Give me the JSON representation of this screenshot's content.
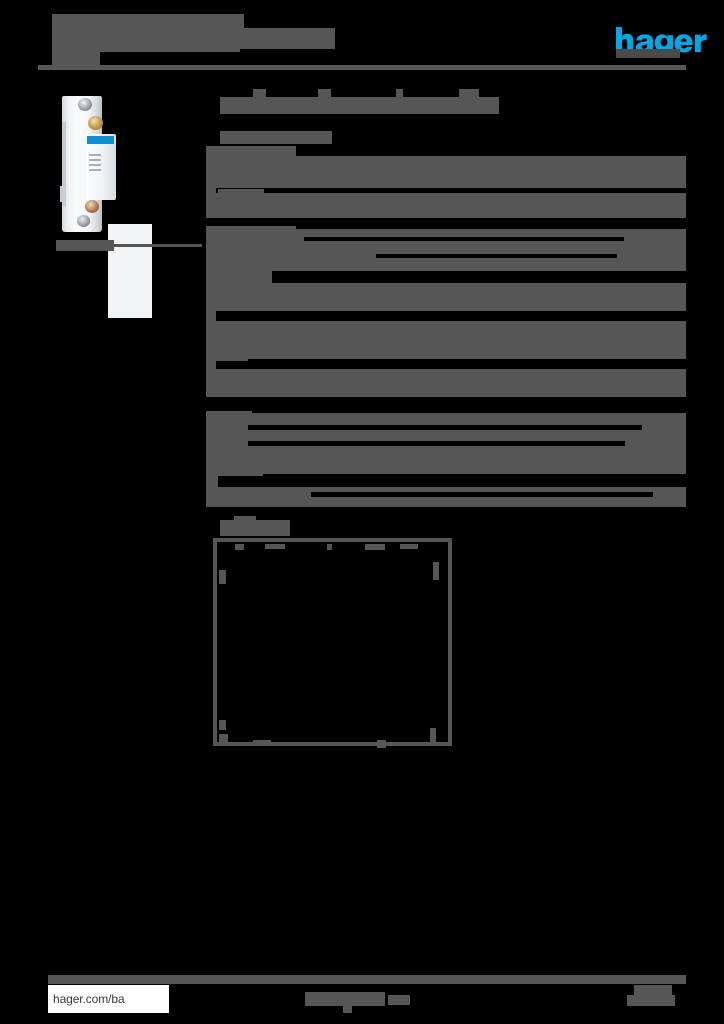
{
  "document": {
    "kind": "product-datasheet",
    "brand": "hager",
    "redacted": true,
    "page_background": "#000000",
    "redaction_color": "#565656"
  },
  "header": {
    "title_lines": [
      "",
      "",
      ""
    ],
    "logo": {
      "name": "hager-logo",
      "wordmark": "hager",
      "color": "#00A7E7"
    },
    "rule_color": "#565656"
  },
  "product": {
    "image_name": "product-photo",
    "alt": "modular DIN-rail device",
    "caption": "",
    "accent_color": "#0F8FD0",
    "body_color": "#F3F5F6"
  },
  "main": {
    "title": "",
    "subtitle": "",
    "sections": [
      {
        "heading": "",
        "rows": [
          {
            "label": "",
            "value": ""
          },
          {
            "label": "",
            "value": ""
          }
        ]
      },
      {
        "heading": "",
        "rows": [
          {
            "label": "",
            "value": ""
          },
          {
            "label": "",
            "value": ""
          },
          {
            "label": "",
            "value": ""
          },
          {
            "label": "",
            "value": ""
          },
          {
            "label": "",
            "value": ""
          },
          {
            "label": "",
            "value": ""
          }
        ]
      },
      {
        "heading": "",
        "rows": [
          {
            "label": "",
            "value": ""
          },
          {
            "label": "",
            "value": ""
          },
          {
            "label": "",
            "value": ""
          },
          {
            "label": "",
            "value": ""
          }
        ]
      }
    ],
    "diagram": {
      "title": "",
      "name": "wiring-diagram",
      "border_color": "#565656"
    }
  },
  "footer": {
    "url": "hager.com/ba",
    "center_text": "",
    "page_number": ""
  }
}
